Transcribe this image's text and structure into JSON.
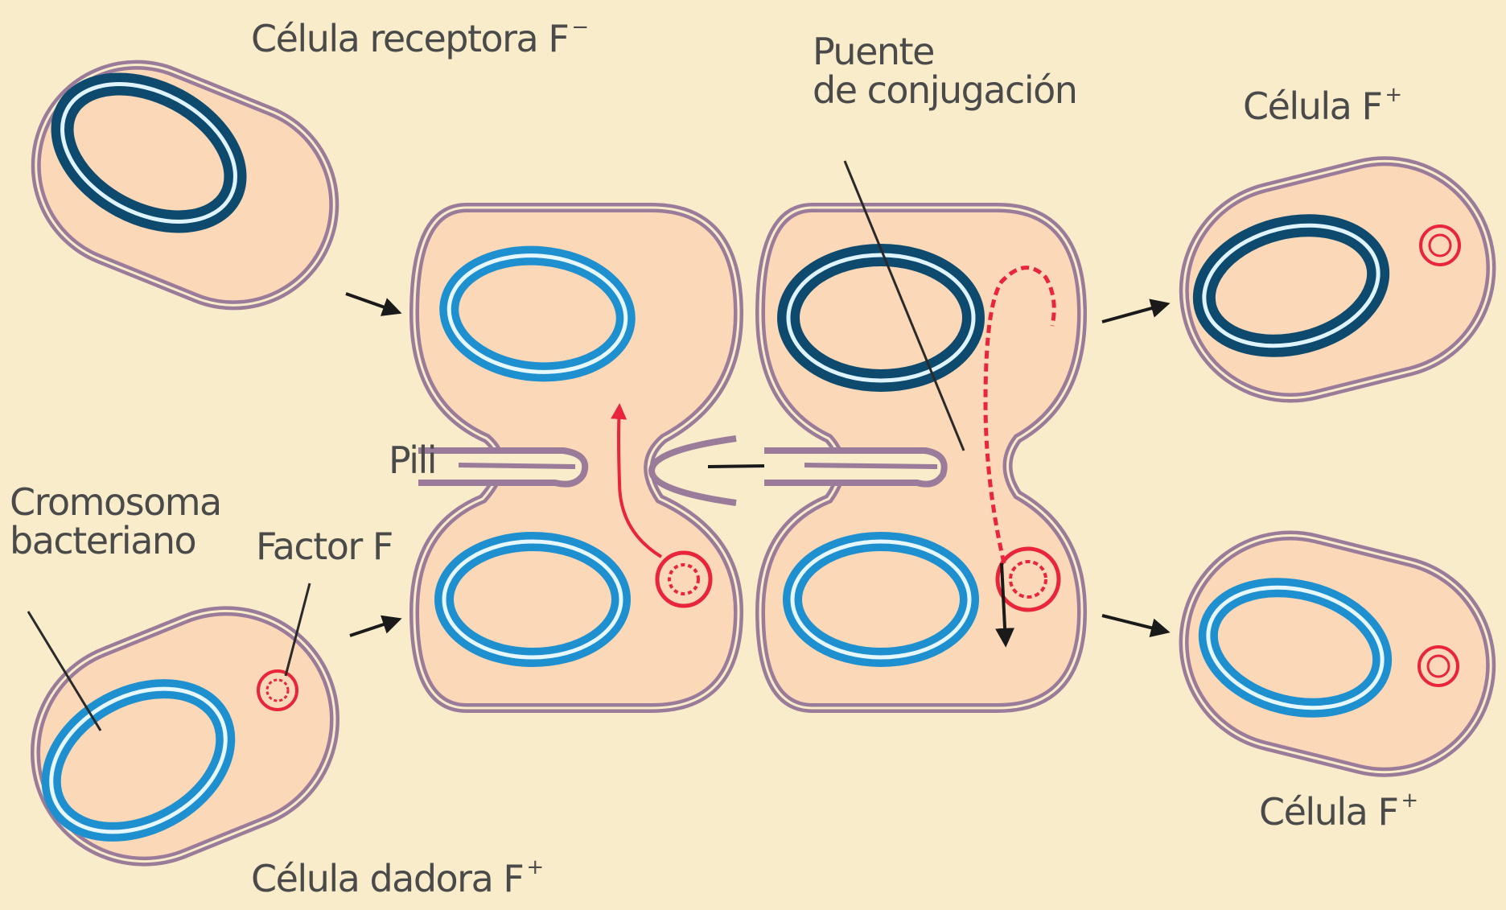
{
  "colors": {
    "background": "#f8ecca",
    "cytoplasm": "#fbd8b8",
    "membrane": "#9a7b9a",
    "chromosome_dark": "#0d4a6e",
    "chromosome_light": "#1e8fcf",
    "f_factor": "#e8253a",
    "pointer": "#2a2a2a"
  },
  "labels": {
    "receptor_cell": "Célula receptora F",
    "receptor_sign": "−",
    "bridge_line1": "Puente",
    "bridge_line2": "de conjugación",
    "result_cell_top": "Célula F",
    "result_cell_top_sign": "+",
    "pili": "Pili",
    "chromosome_line1": "Cromosoma",
    "chromosome_line2": "bacteriano",
    "f_factor": "Factor F",
    "result_cell_bottom": "Célula F",
    "result_cell_bottom_sign": "+",
    "donor_cell": "Célula dadora F",
    "donor_sign": "+"
  }
}
